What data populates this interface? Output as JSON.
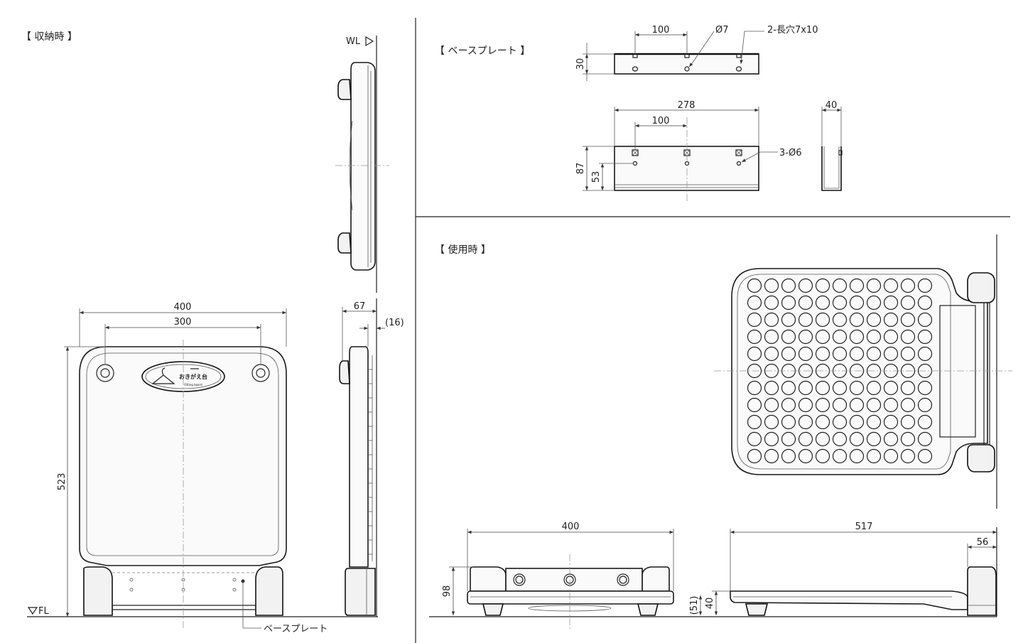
{
  "sections": {
    "storage": "【 収納時 】",
    "base_plate": "【 ベースプレート 】",
    "in_use": "【 使用時 】"
  },
  "markers": {
    "wall_line": "WL",
    "floor_line": "FL"
  },
  "dimensions": {
    "storage_width_outer": "400",
    "storage_width_inner": "300",
    "storage_height": "523",
    "storage_depth": "67",
    "storage_depth_offset": "(16)",
    "bp_top_pitch": "100",
    "bp_hole_dia": "Ø7",
    "bp_slot": "2-長穴7x10",
    "bp_top_height": "30",
    "bp_width": "278",
    "bp_front_pitch": "100",
    "bp_front_holes": "3-Ø6",
    "bp_height": "87",
    "bp_hole_height": "53",
    "bp_depth": "40",
    "use_width": "400",
    "use_height": "98",
    "use_length": "517",
    "use_bracket": "56",
    "use_surface_height": "40",
    "use_surface_offset": "(51)"
  },
  "labels": {
    "base_plate_leader": "ベースプレート"
  },
  "logo": {
    "brand": "おきがえ台",
    "sub": "Fitting board"
  }
}
